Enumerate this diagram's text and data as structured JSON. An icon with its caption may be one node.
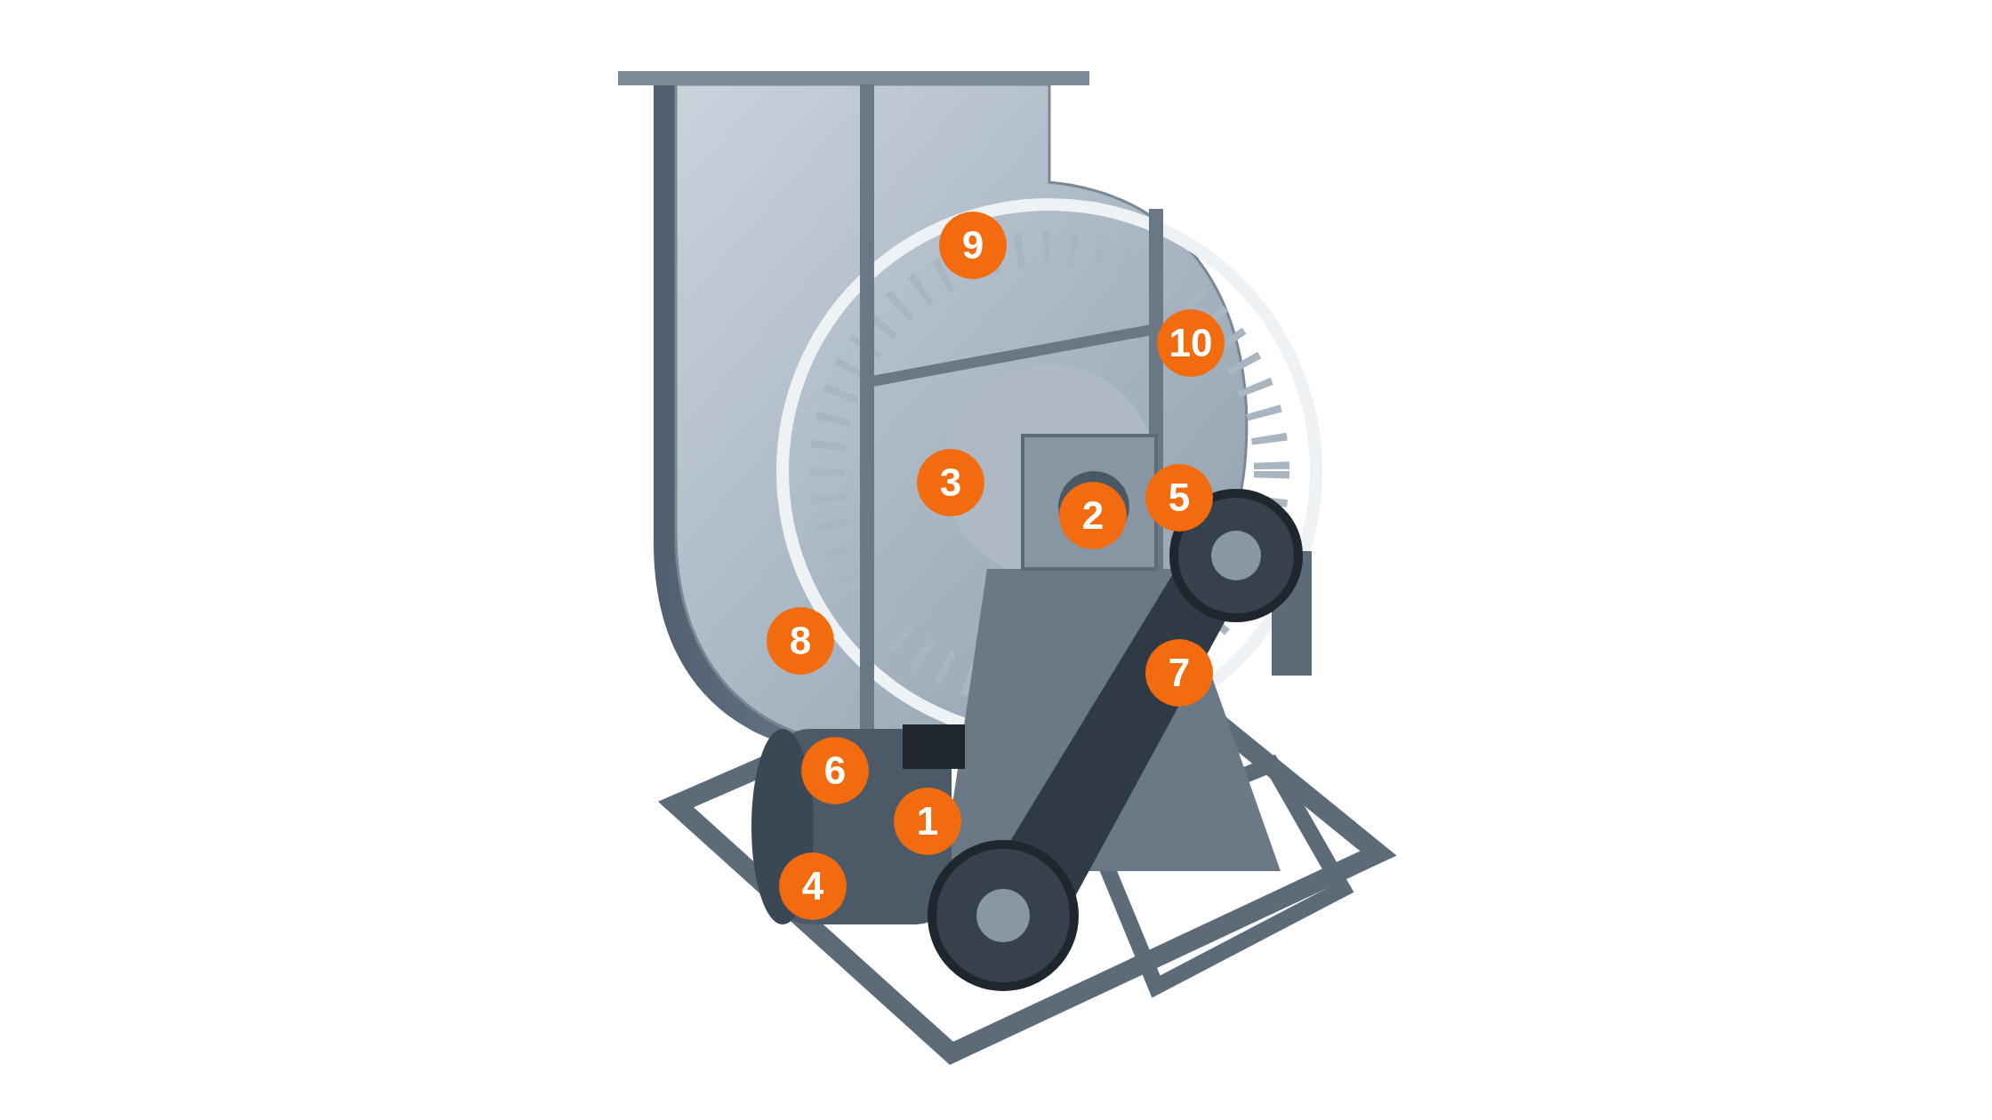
{
  "diagram": {
    "labels": [
      "9",
      "10",
      "3",
      "5",
      "2",
      "8",
      "7",
      "6",
      "1",
      "4"
    ]
  }
}
